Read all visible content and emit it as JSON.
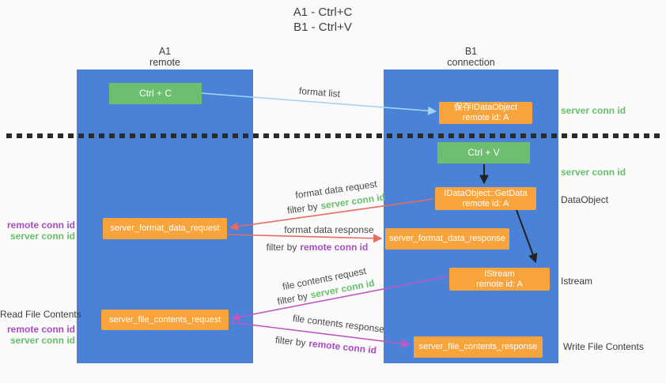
{
  "title": {
    "line1": "A1 - Ctrl+C",
    "line2": "B1 - Ctrl+V"
  },
  "lanes": {
    "a1": {
      "name": "A1",
      "subtitle": "remote"
    },
    "b1": {
      "name": "B1",
      "subtitle": "connection"
    }
  },
  "nodes": {
    "ctrl_c": "Ctrl + C",
    "ctrl_v": "Ctrl + V",
    "save_dataobject": {
      "line1": "保存IDataObject",
      "line2": "remote id: A"
    },
    "getdata": {
      "line1": "IDataObject::GetData",
      "line2": "remote id: A"
    },
    "istream": {
      "line1": "IStream",
      "line2": "remote id: A"
    },
    "format_request": "server_format_data_request",
    "format_response": "server_format_data_response",
    "file_request": "server_file_contents_request",
    "file_response": "server_file_contents_response"
  },
  "edge_labels": {
    "format_list": "format list",
    "format_data_request": "format data request",
    "format_data_response": "format data response",
    "file_contents_request": "file contents request",
    "file_contents_response": "file contents response",
    "filter_by": "filter by",
    "server_conn_id": "server conn id",
    "remote_conn_id": "remote conn id"
  },
  "side_labels": {
    "server_conn_id": "server conn id",
    "remote_conn_id": "remote conn id",
    "dataobject": "DataObject",
    "istream": "Istream",
    "read_file_contents": "Read File Contents",
    "write_file_contents": "Write File Contents"
  },
  "colors": {
    "lane_blue": "#4a82d8",
    "node_green": "#6dbe6e",
    "node_orange": "#f8a43d",
    "arrow_light_blue": "#a6d3f0",
    "arrow_red": "#e96a5f",
    "arrow_magenta": "#c158c1",
    "arrow_black": "#222222",
    "label_green": "#67c06a",
    "label_purple": "#a84cbf"
  }
}
